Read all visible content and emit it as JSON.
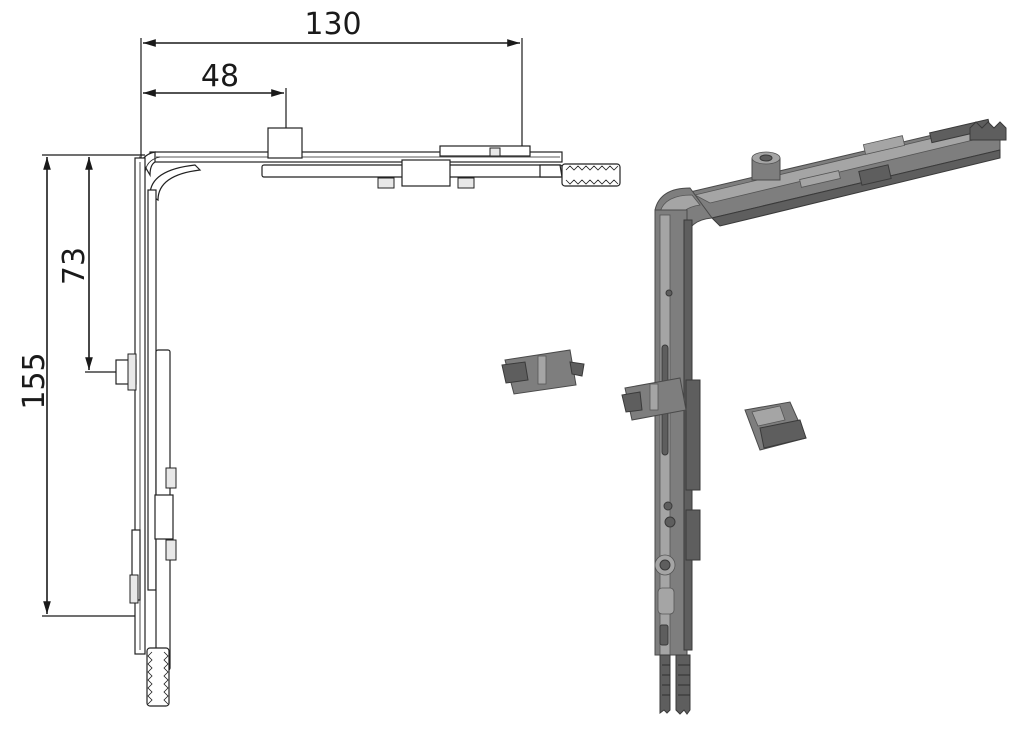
{
  "dimensions": {
    "width_total": "130",
    "offset_horizontal": "48",
    "height_total": "155",
    "offset_vertical": "73"
  },
  "colors": {
    "line": "#1a1a1a",
    "metal": "#7e7e7e",
    "metal_dark": "#5e5e5e",
    "background": "#ffffff"
  }
}
